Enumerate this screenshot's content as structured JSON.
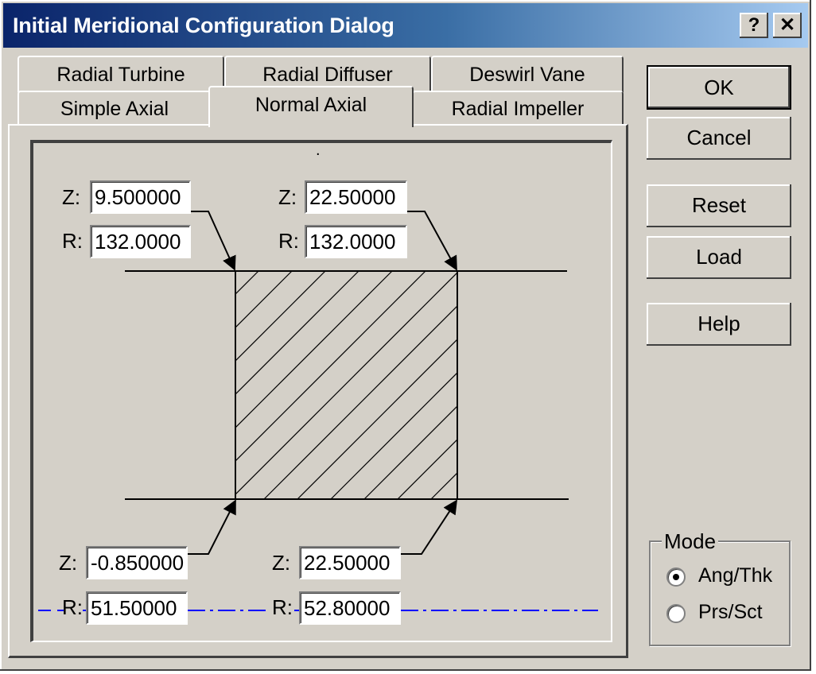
{
  "window": {
    "title": "Initial Meridional Configuration Dialog",
    "help_label": "?",
    "close_label": "✕"
  },
  "tabs": [
    {
      "label": "Radial Turbine",
      "selected": false
    },
    {
      "label": "Radial Diffuser",
      "selected": false
    },
    {
      "label": "Deswirl Vane",
      "selected": false
    },
    {
      "label": "Simple Axial",
      "selected": false
    },
    {
      "label": "Normal Axial",
      "selected": true
    },
    {
      "label": "Radial Impeller",
      "selected": false
    }
  ],
  "diagram": {
    "z_label": "Z:",
    "r_label": "R:",
    "top_left": {
      "z": "9.500000",
      "r": "132.0000"
    },
    "top_right": {
      "z": "22.50000",
      "r": "132.0000"
    },
    "bottom_left": {
      "z": "-0.850000",
      "r": "51.50000"
    },
    "bottom_right": {
      "z": "22.50000",
      "r": "52.80000"
    },
    "axis_color": "#0000ff",
    "marker": "."
  },
  "buttons": {
    "ok": "OK",
    "cancel": "Cancel",
    "reset": "Reset",
    "load": "Load",
    "help": "Help"
  },
  "mode": {
    "label": "Mode",
    "options": [
      {
        "label": "Ang/Thk",
        "checked": true
      },
      {
        "label": "Prs/Sct",
        "checked": false
      }
    ]
  }
}
